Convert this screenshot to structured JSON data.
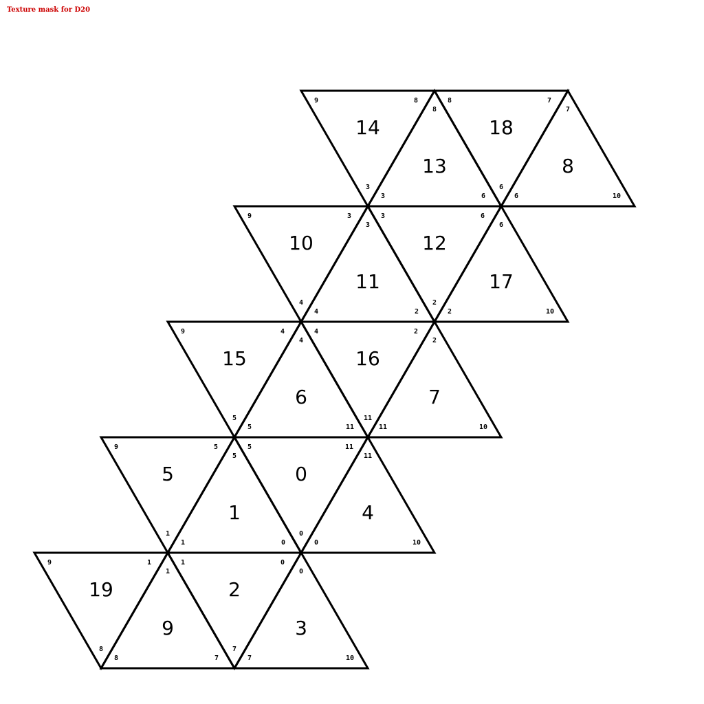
{
  "caption": "Texture mask for D20",
  "colors": {
    "caption": "#cc0000",
    "lines": "#000000",
    "background": "#ffffff"
  },
  "faces": [
    {
      "face": "14",
      "vertices": [
        "9",
        "8",
        "3"
      ]
    },
    {
      "face": "13",
      "vertices": [
        "8",
        "3",
        "6"
      ]
    },
    {
      "face": "18",
      "vertices": [
        "8",
        "7",
        "6"
      ]
    },
    {
      "face": "8",
      "vertices": [
        "7",
        "6",
        "10"
      ]
    },
    {
      "face": "10",
      "vertices": [
        "9",
        "3",
        "4"
      ]
    },
    {
      "face": "11",
      "vertices": [
        "3",
        "4",
        "2"
      ]
    },
    {
      "face": "12",
      "vertices": [
        "3",
        "6",
        "2"
      ]
    },
    {
      "face": "17",
      "vertices": [
        "6",
        "2",
        "10"
      ]
    },
    {
      "face": "15",
      "vertices": [
        "9",
        "4",
        "5"
      ]
    },
    {
      "face": "6",
      "vertices": [
        "4",
        "5",
        "11"
      ]
    },
    {
      "face": "16",
      "vertices": [
        "4",
        "2",
        "11"
      ]
    },
    {
      "face": "7",
      "vertices": [
        "2",
        "11",
        "10"
      ]
    },
    {
      "face": "5",
      "vertices": [
        "9",
        "5",
        "1"
      ]
    },
    {
      "face": "1",
      "vertices": [
        "5",
        "1",
        "0"
      ]
    },
    {
      "face": "0",
      "vertices": [
        "5",
        "11",
        "0"
      ]
    },
    {
      "face": "4",
      "vertices": [
        "11",
        "0",
        "10"
      ]
    },
    {
      "face": "19",
      "vertices": [
        "9",
        "1",
        "8"
      ]
    },
    {
      "face": "9",
      "vertices": [
        "1",
        "8",
        "7"
      ]
    },
    {
      "face": "2",
      "vertices": [
        "1",
        "0",
        "7"
      ]
    },
    {
      "face": "3",
      "vertices": [
        "0",
        "7",
        "10"
      ]
    }
  ]
}
